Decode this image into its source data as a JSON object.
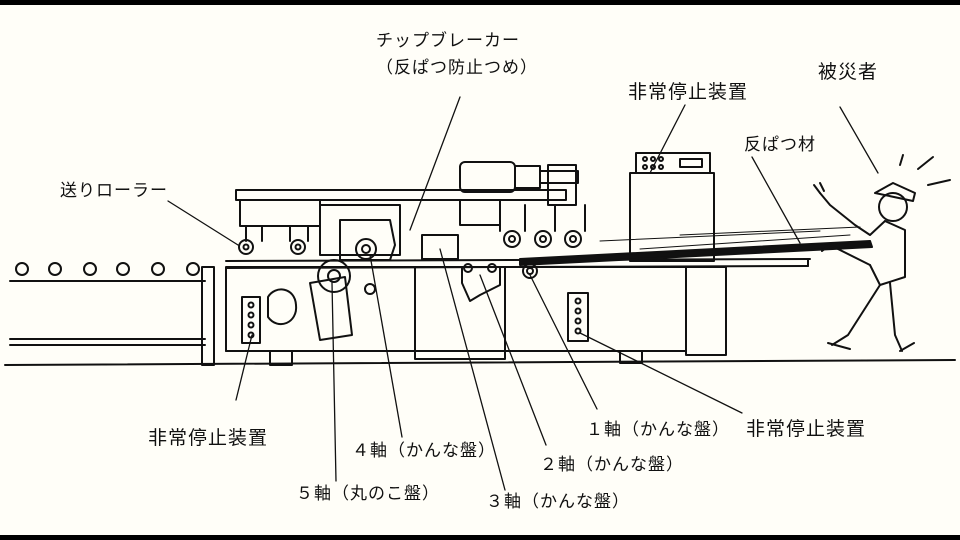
{
  "labels": {
    "chip_breaker": "チップブレーカー",
    "chip_breaker_sub": "（反ぱつ防止つめ）",
    "emergency_top": "非常停止装置",
    "victim": "被災者",
    "kickback_material": "反ぱつ材",
    "feed_roller": "送りローラー",
    "emergency_left": "非常停止装置",
    "axis4": "４軸（かんな盤）",
    "axis5": "５軸（丸のこ盤）",
    "axis3": "３軸（かんな盤）",
    "axis2": "２軸（かんな盤）",
    "axis1": "１軸（かんな盤）",
    "emergency_right": "非常停止装置"
  }
}
